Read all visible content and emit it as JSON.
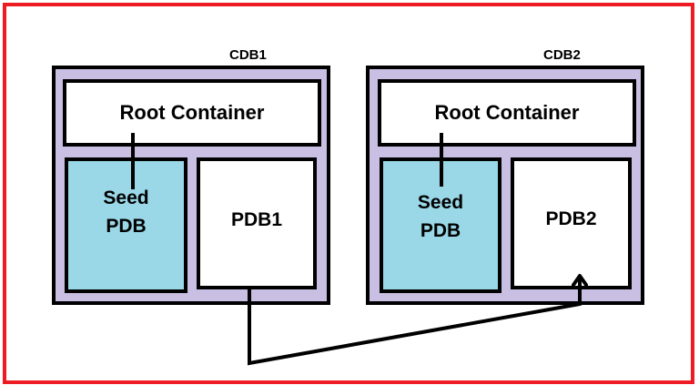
{
  "diagram": {
    "frame_color": "#ed1c24",
    "colors": {
      "cdb_fill": "#c8bfe3",
      "seed_fill": "#9ad8e8",
      "box_fill": "#ffffff",
      "stroke": "#000000"
    },
    "cdbs": [
      {
        "label": "CDB1",
        "root": "Root Container",
        "seed_line1": "Seed",
        "seed_line2": "PDB",
        "pdb": "PDB1"
      },
      {
        "label": "CDB2",
        "root": "Root Container",
        "seed_line1": "Seed",
        "seed_line2": "PDB",
        "pdb": "PDB2"
      }
    ],
    "connections": [
      {
        "from": "Root Container (CDB1)",
        "to": "Seed PDB (CDB1)",
        "arrow": false
      },
      {
        "from": "Root Container (CDB2)",
        "to": "Seed PDB (CDB2)",
        "arrow": false
      },
      {
        "from": "PDB1",
        "to": "PDB2",
        "arrow": true
      }
    ]
  }
}
